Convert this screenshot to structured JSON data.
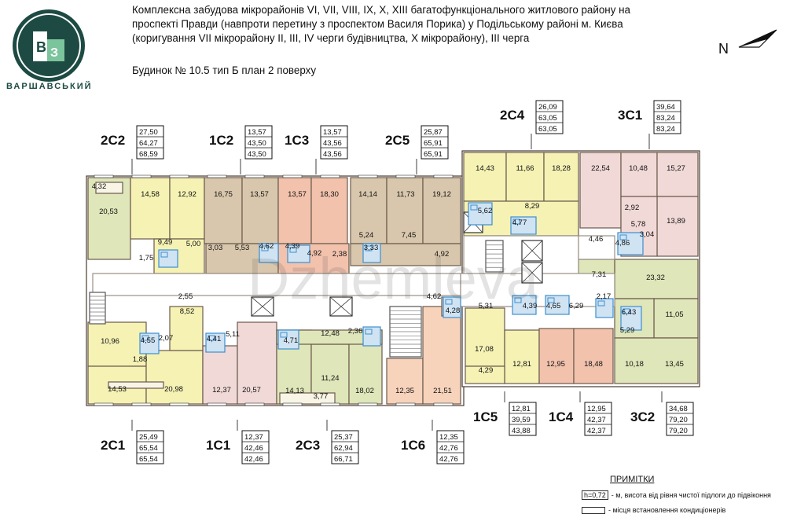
{
  "header": {
    "title_line1": "Комплексна забудова мікрорайонів VI, VII, VIII, IX, X, XIII багатофункціонального житлового району на",
    "title_line2": "проспекті Правди (навпроти перетину з проспектом Василя Порика) у Подільському районі м. Києва",
    "title_line3": "(коригування VII мікрорайону II, III, IV черги будівництва, X мікрорайону), III черга",
    "subtitle": "Будинок № 10.5   тип Б   план 2 поверху"
  },
  "logo": {
    "text": "ВАРШАВСЬКИЙ",
    "mark_letters": "ВЗ"
  },
  "compass": {
    "label": "N"
  },
  "watermark": "Dzhemleva",
  "colors": {
    "green": "#dfe6b9",
    "yellow": "#f5f2b4",
    "brown": "#d9c7ad",
    "salmon": "#f2c2ad",
    "pink": "#f1d9d7",
    "peach": "#f7d3bc",
    "wall": "#4a3a30",
    "corridor": "#ffffff",
    "bath": "#3d8fcf"
  },
  "apartments": [
    {
      "code": "2С2",
      "areas": [
        "27,50",
        "64,27",
        "68,59"
      ]
    },
    {
      "code": "1С2",
      "areas": [
        "13,57",
        "43,50",
        "43,50"
      ]
    },
    {
      "code": "1С3",
      "areas": [
        "13,57",
        "43,56",
        "43,56"
      ]
    },
    {
      "code": "2С5",
      "areas": [
        "25,87",
        "65,91",
        "65,91"
      ]
    },
    {
      "code": "2С4",
      "areas": [
        "26,09",
        "63,05",
        "63,05"
      ]
    },
    {
      "code": "3С1",
      "areas": [
        "39,64",
        "83,24",
        "83,24"
      ]
    },
    {
      "code": "2С1",
      "areas": [
        "25,49",
        "65,54",
        "65,54"
      ]
    },
    {
      "code": "1С1",
      "areas": [
        "12,37",
        "42,46",
        "42,46"
      ]
    },
    {
      "code": "2С3",
      "areas": [
        "25,37",
        "62,94",
        "66,71"
      ]
    },
    {
      "code": "1С6",
      "areas": [
        "12,35",
        "42,76",
        "42,76"
      ]
    },
    {
      "code": "1С5",
      "areas": [
        "12,81",
        "39,59",
        "43,88"
      ]
    },
    {
      "code": "1С4",
      "areas": [
        "12,95",
        "42,37",
        "42,37"
      ]
    },
    {
      "code": "3С2",
      "areas": [
        "34,68",
        "79,20",
        "79,20"
      ]
    }
  ],
  "room_labels": [
    "4,32",
    "20,53",
    "14,58",
    "12,92",
    "9,49",
    "5,00",
    "1,75",
    "16,75",
    "13,57",
    "3,03",
    "5,53",
    "4,62",
    "13,57",
    "18,30",
    "4,39",
    "4,92",
    "2,38",
    "14,14",
    "11,73",
    "19,12",
    "5,24",
    "3,33",
    "7,45",
    "4,92",
    "14,43",
    "11,66",
    "18,28",
    "5,62",
    "8,29",
    "4,77",
    "22,54",
    "10,48",
    "15,27",
    "2,92",
    "13,89",
    "5,78",
    "4,46",
    "4,86",
    "3,04",
    "7,31",
    "23,32",
    "2,17",
    "6,43",
    "11,05",
    "2,55",
    "8,52",
    "10,96",
    "4,55",
    "2,07",
    "1,88",
    "14,53",
    "20,98",
    "4,41",
    "5,11",
    "12,37",
    "20,57",
    "4,71",
    "12,48",
    "2,36",
    "14,13",
    "11,24",
    "3,77",
    "18,02",
    "4,62",
    "4,28",
    "12,35",
    "21,51",
    "5,31",
    "4,39",
    "4,65",
    "6,29",
    "17,08",
    "12,81",
    "4,29",
    "12,95",
    "18,48",
    "5,29",
    "10,18",
    "13,45"
  ],
  "notes": {
    "title": "ПРИМІТКИ",
    "height_tag": "h=0,72",
    "height_text": "- м, висота від рівня чистої підлоги до підвіконня",
    "ac_text": "- місця встановлення кондиціонерів"
  }
}
